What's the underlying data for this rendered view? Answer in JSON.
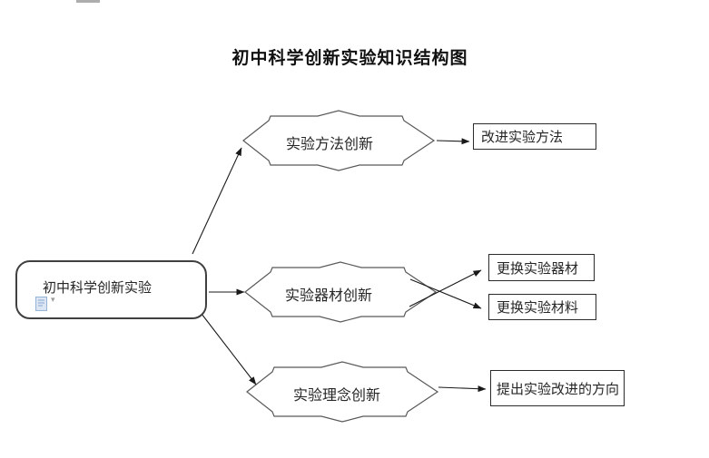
{
  "page": {
    "title": "初中科学创新实验知识结构图"
  },
  "root_node": {
    "label": "初中科学创新实验"
  },
  "branches": [
    {
      "label": "实验方法创新"
    },
    {
      "label": "实验器材创新"
    },
    {
      "label": "实验理念创新"
    }
  ],
  "outcomes": [
    {
      "label": "改进实验方法"
    },
    {
      "label": "更换实验器材"
    },
    {
      "label": "更换实验材料"
    },
    {
      "label": "提出实验改进的方向"
    }
  ],
  "icons": {
    "dropdown_arrow": "▾"
  },
  "colors": {
    "line": "#1a1a1a",
    "star_border": "#595959",
    "box_border": "#2b2b2b",
    "paste_icon_blue": "#95b3d7",
    "paste_icon_fill": "#dce6f2"
  }
}
